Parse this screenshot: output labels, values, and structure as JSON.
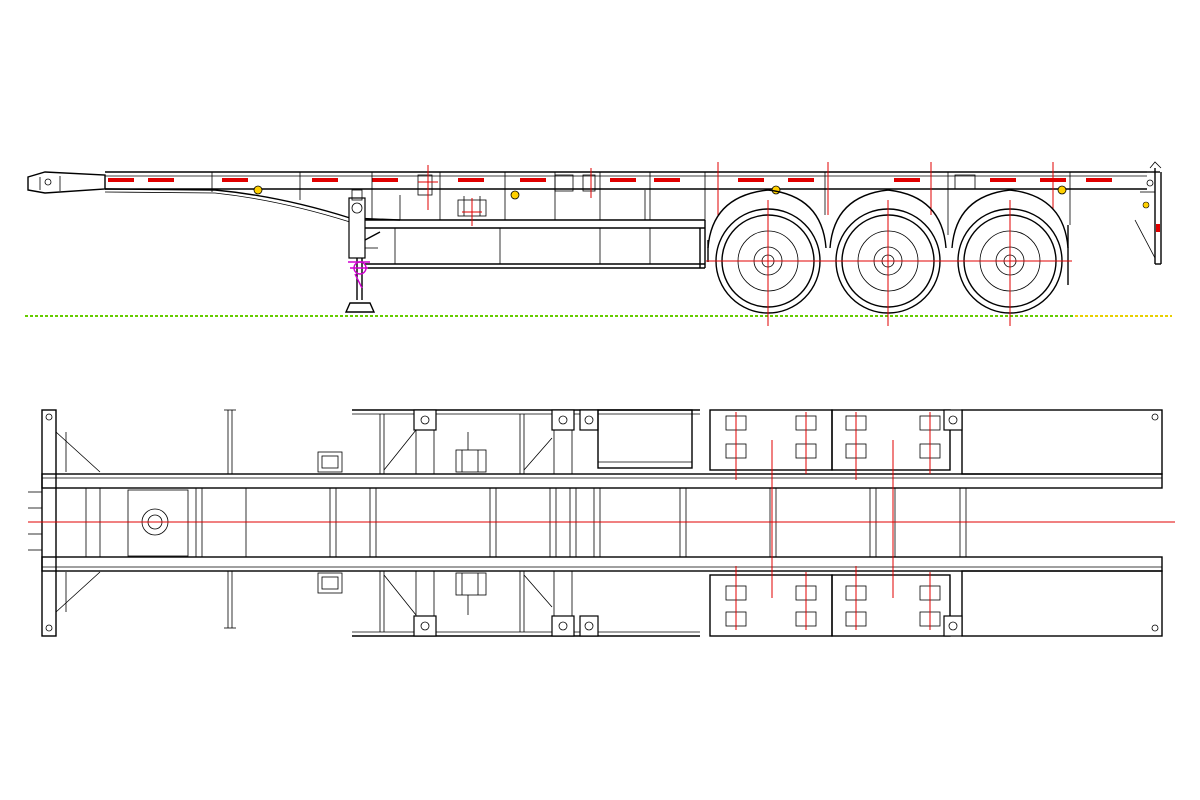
{
  "drawing": {
    "views": [
      "side-elevation",
      "plan-view"
    ],
    "colors": {
      "outline": "#000000",
      "centerline": "#e00000",
      "ground": "#66cc00",
      "ground_extension": "#e8d000",
      "landing_gear_foot": "#d000d0",
      "reflector": "#ffd000",
      "background": "#ffffff"
    },
    "side_view": {
      "axle_count": 3
    },
    "plan_view": {
      "main_beam_count": 2,
      "twist_lock_count": 8
    }
  }
}
